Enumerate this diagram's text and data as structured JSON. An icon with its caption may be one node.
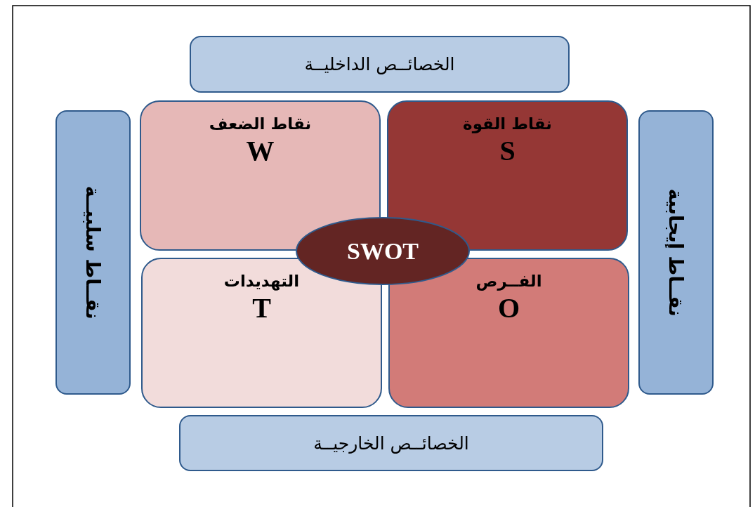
{
  "diagram": {
    "nodes": [
      {
        "text": [
          "الخصائــص الداخليــة"
        ]
      },
      {
        "text": [
          "نقــاط سلبيــة"
        ]
      },
      {
        "text": [
          "نقاط الضعف",
          "W"
        ]
      },
      {
        "text": [
          "نقاط القوة",
          "S"
        ]
      },
      {
        "text": [
          "SWOT"
        ]
      },
      {
        "text": [
          "التهديدات",
          "T"
        ]
      },
      {
        "text": [
          "الفــرص",
          "O"
        ]
      },
      {
        "text": [
          "نقــاط إيجابية"
        ]
      },
      {
        "text": [
          "الخصائــص الخارجيــة"
        ]
      }
    ]
  }
}
